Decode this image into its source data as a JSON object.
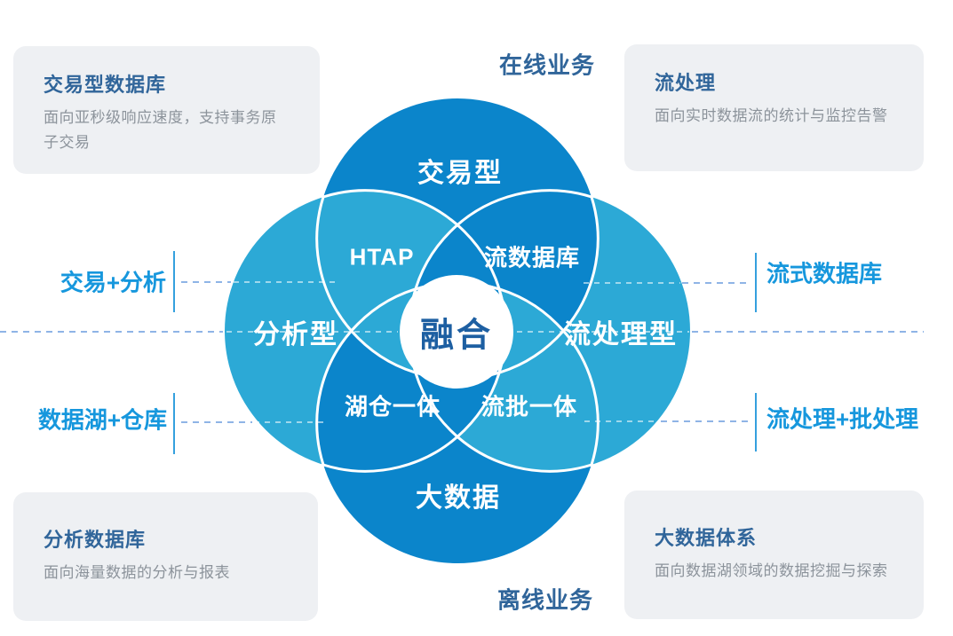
{
  "colors": {
    "dark_blue": "#0b85cb",
    "cyan": "#2ca9d6",
    "dashed_line": "#8fb4e6",
    "faint_dash": "rgba(255,255,255,0.55)",
    "tick_line": "#35a0de",
    "side_label": "#1697dd",
    "context_label": "#30659a",
    "card_background": "#eef0f3",
    "card_title": "#30659a",
    "card_description": "#8c939b",
    "center_label": "#1d5fa2",
    "diagram_text": "#ffffff"
  },
  "diagram": {
    "center_label": "融合",
    "circles": {
      "top": "交易型",
      "left": "分析型",
      "right": "流处理型",
      "bottom": "大数据"
    },
    "petals": {
      "top_left": "HTAP",
      "top_right": "流数据库",
      "bottom_left": "湖仓一体",
      "bottom_right": "流批一体"
    }
  },
  "context_labels": {
    "top": "在线业务",
    "bottom": "离线业务"
  },
  "side_labels": {
    "left_top": "交易+分析",
    "left_bottom": "数据湖+仓库",
    "right_top": "流式数据库",
    "right_bottom": "流处理+批处理"
  },
  "cards": {
    "top_left": {
      "title": "交易型数据库",
      "desc": "面向亚秒级响应速度，支持事务原子交易"
    },
    "top_right": {
      "title": "流处理",
      "desc": "面向实时数据流的统计与监控告警"
    },
    "bottom_left": {
      "title": "分析数据库",
      "desc": "面向海量数据的分析与报表"
    },
    "bottom_right": {
      "title": "大数据体系",
      "desc": "面向数据湖领域的数据挖掘与探索"
    }
  }
}
